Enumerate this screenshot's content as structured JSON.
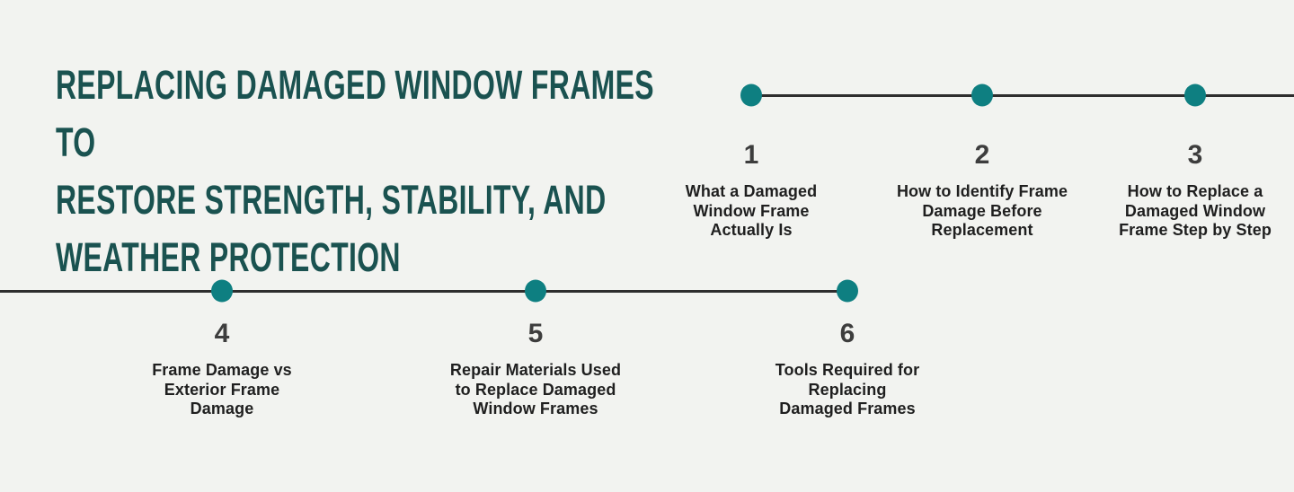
{
  "title": "REPLACING DAMAGED WINDOW FRAMES TO\nRESTORE STRENGTH, STABILITY, AND\nWEATHER PROTECTION",
  "colors": {
    "background": "#f2f3f0",
    "accent": "#0e7f81",
    "title_color": "#1a5250",
    "line_color": "#2e2e2e",
    "number_color": "#3d3d3d",
    "label_color": "#1f1f1f"
  },
  "timeline": {
    "rows": [
      {
        "items": [
          {
            "number": "1",
            "label": "What a Damaged\nWindow Frame\nActually Is"
          },
          {
            "number": "2",
            "label": "How to Identify Frame\nDamage Before\nReplacement"
          },
          {
            "number": "3",
            "label": "How to Replace a\nDamaged Window\nFrame Step by Step"
          }
        ]
      },
      {
        "items": [
          {
            "number": "4",
            "label": "Frame Damage vs\nExterior Frame\nDamage"
          },
          {
            "number": "5",
            "label": "Repair Materials Used\nto Replace Damaged\nWindow Frames"
          },
          {
            "number": "6",
            "label": "Tools Required for\nReplacing\nDamaged Frames"
          }
        ]
      }
    ]
  }
}
